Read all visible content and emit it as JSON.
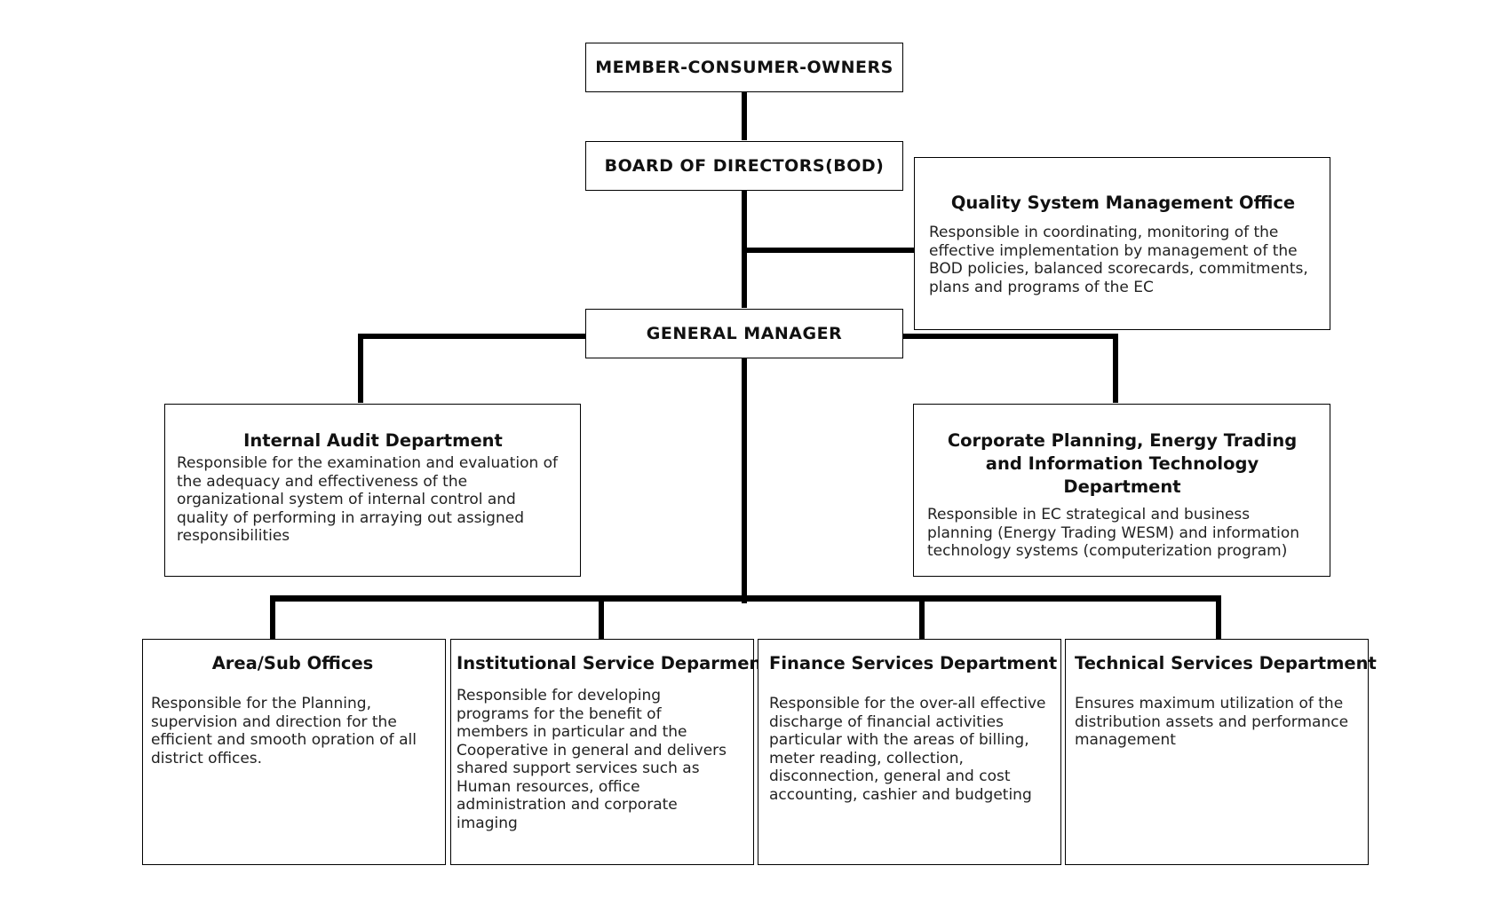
{
  "chart": {
    "members": {
      "title": "MEMBER-CONSUMER-OWNERS"
    },
    "board": {
      "title": "BOARD OF DIRECTORS(BOD)"
    },
    "gm": {
      "title": "GENERAL MANAGER"
    },
    "qsmo": {
      "title": "Quality System Management Office",
      "desc": "Responsible in coordinating, monitoring of the effective implementation by management of the BOD policies, balanced scorecards, commitments, plans and programs of the EC"
    },
    "audit": {
      "title": "Internal Audit Department",
      "desc": "Responsible for the examination and evaluation of the adequacy and effectiveness of the organizational system of internal control and quality of performing in arraying out assigned responsibilities"
    },
    "cpet": {
      "title": "Corporate Planning, Energy Trading and Information Technology Department",
      "desc": "Responsible in EC strategical and business planning (Energy Trading WESM) and information technology systems (computerization program)"
    },
    "area": {
      "title": "Area/Sub Offices",
      "desc": "Responsible for the Planning, supervision and direction for the efficient and smooth opration of all district offices."
    },
    "isd": {
      "title": "Institutional Service Deparment",
      "desc": "Responsible for developing programs for the benefit of members in particular and the Cooperative in general and delivers shared support services such as Human resources, office administration and corporate imaging"
    },
    "fsd": {
      "title": "Finance Services Department",
      "desc": "Responsible for the over-all effective discharge of financial activities particular with the areas of billing, meter reading, collection, disconnection, general and cost accounting, cashier and budgeting"
    },
    "tsd": {
      "title": "Technical Services Department",
      "desc": "Ensures maximum utilization of the distribution assets and performance management"
    }
  }
}
